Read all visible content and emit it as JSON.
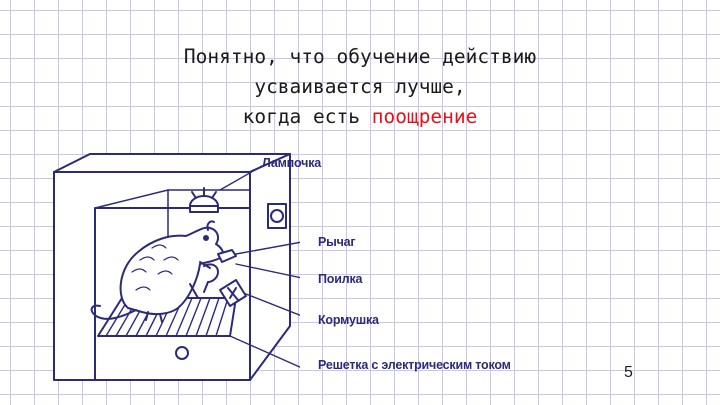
{
  "slide": {
    "title_line1": "Понятно, что обучение действию",
    "title_line2": "усваивается лучше,",
    "title_line3_prefix": "когда есть ",
    "title_line3_accent": "поощрение",
    "page_number": "5"
  },
  "figure": {
    "labels": {
      "lamp": "Лампочка",
      "lever": "Рычаг",
      "drinker": "Поилка",
      "feeder": "Кормушка",
      "grid": "Решетка с электрическим током"
    }
  },
  "colors": {
    "accent": "#e0141c",
    "ink": "#2c2a7a",
    "grid": "#c9c6e6"
  }
}
